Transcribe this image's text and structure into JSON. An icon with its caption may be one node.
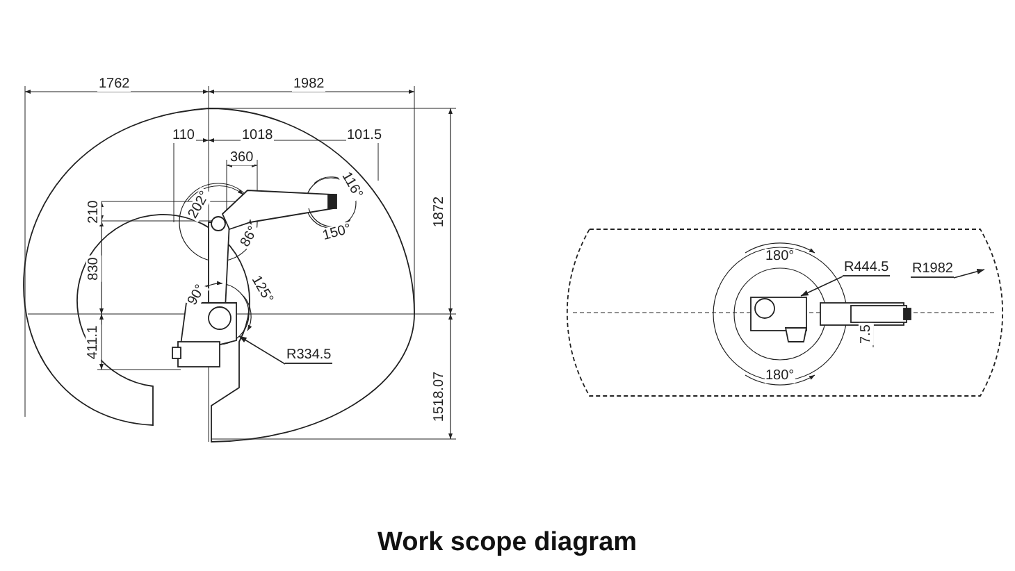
{
  "diagram": {
    "title": "Work scope diagram",
    "nodes": [
      {
        "text": [
          "R334.5"
        ]
      },
      {
        "text": [
          "R444.5"
        ]
      },
      {
        "text": [
          "R1982"
        ]
      }
    ],
    "edges": [
      {
        "from": 0,
        "to": null,
        "arrow": "to"
      },
      {
        "from": 1,
        "to": null,
        "arrow": "to"
      },
      {
        "from": 2,
        "to": null,
        "arrow": "to"
      }
    ],
    "labels": [
      "1762",
      "1982",
      "110",
      "1018",
      "101.5",
      "360",
      "202°",
      "116°",
      "86°",
      "150°",
      "210",
      "1872",
      "830",
      "90°",
      "125°",
      "411.1",
      "1518.07",
      "180°",
      "7.5",
      "180°"
    ]
  }
}
